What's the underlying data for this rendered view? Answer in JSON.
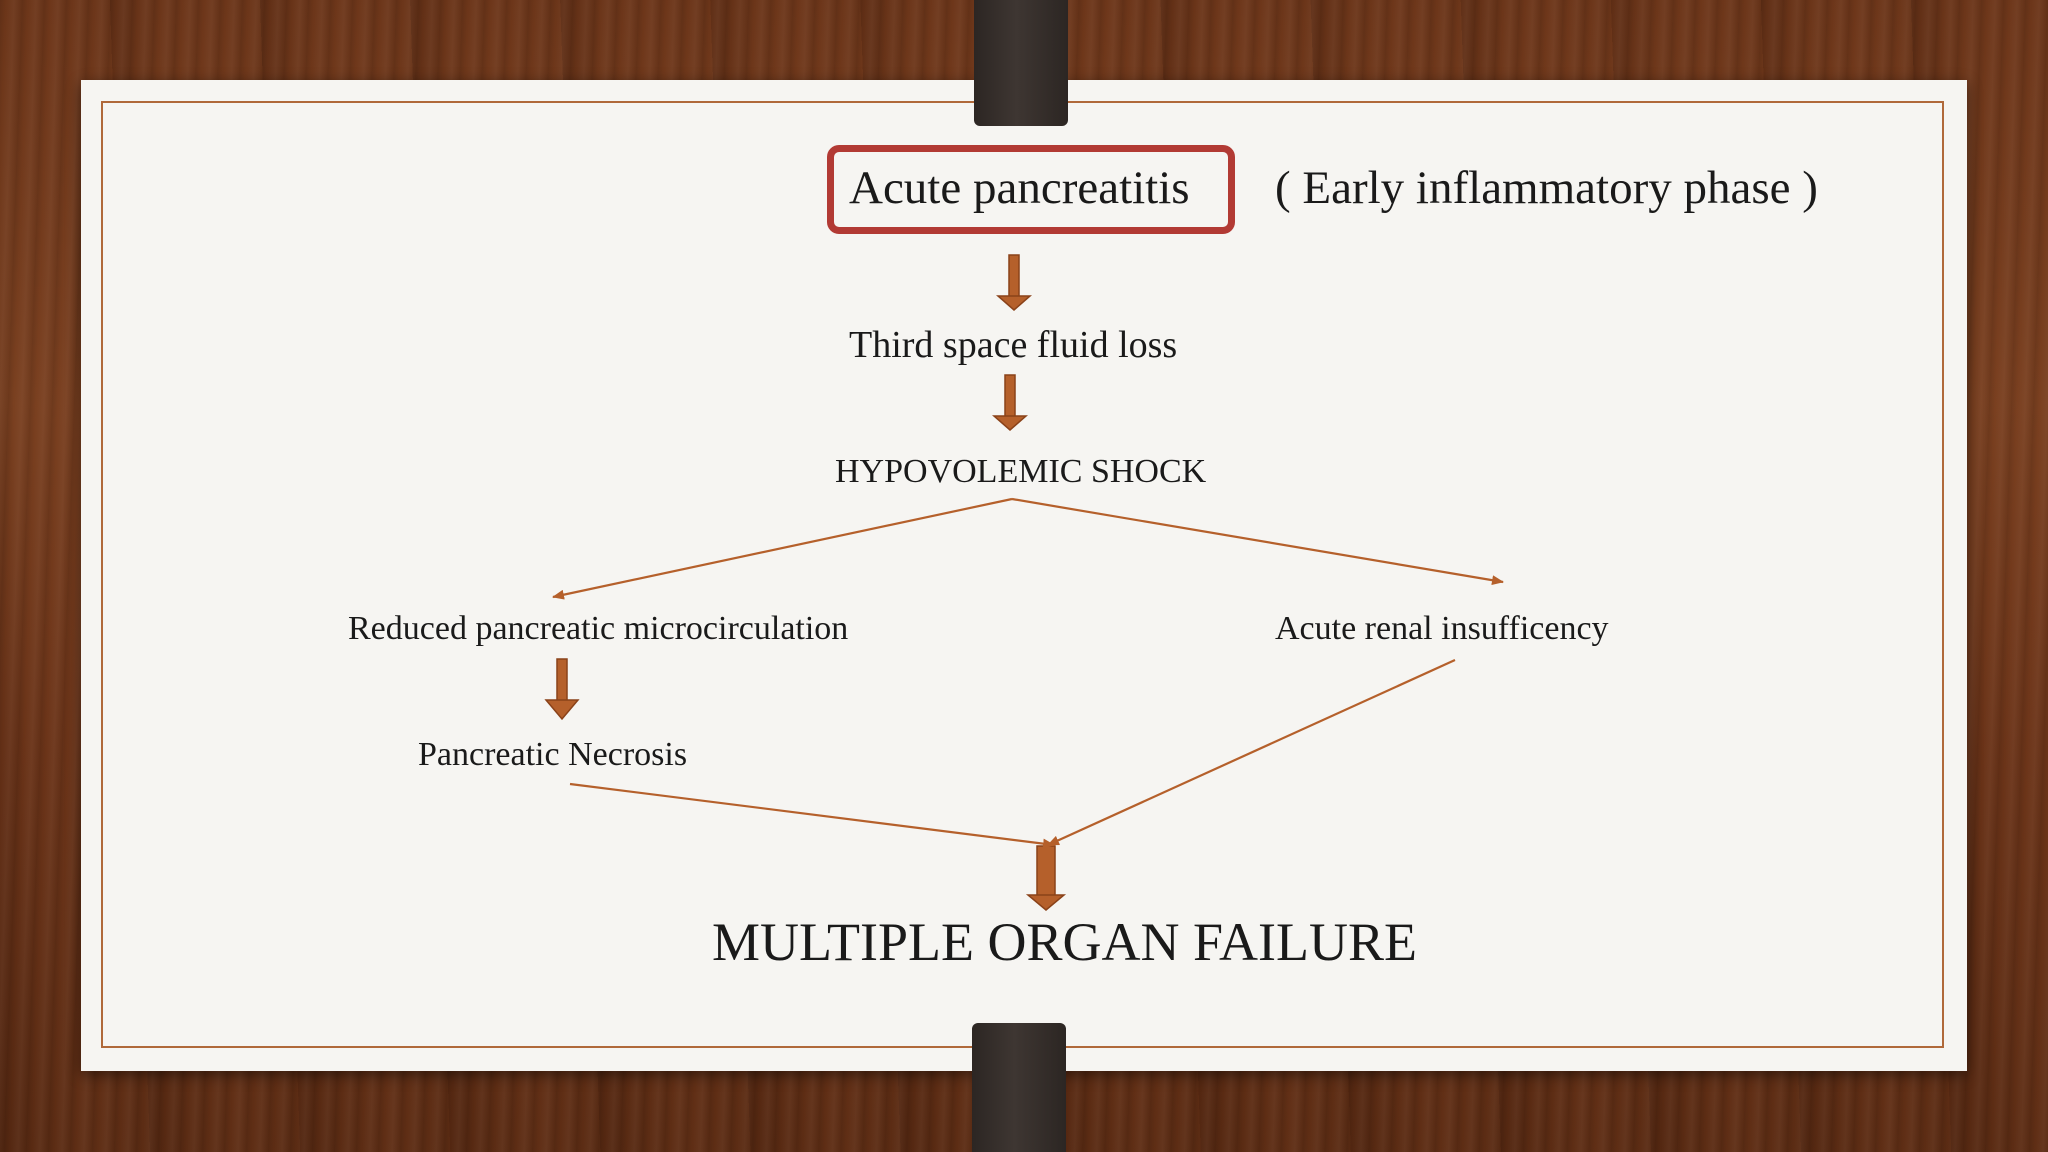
{
  "diagram": {
    "start": "Acute pancreatitis",
    "phase_note": "( Early inflammatory phase )",
    "step_fluid": "Third space fluid loss",
    "step_shock": "HYPOVOLEMIC SHOCK",
    "branch_left": "Reduced pancreatic microcirculation",
    "branch_right": "Acute renal insufficency",
    "step_necrosis": "Pancreatic Necrosis",
    "outcome": "MULTIPLE ORGAN FAILURE"
  },
  "colors": {
    "arrow": "#b5602b",
    "highlight_box": "#b23a34",
    "frame": "#b0693a"
  }
}
